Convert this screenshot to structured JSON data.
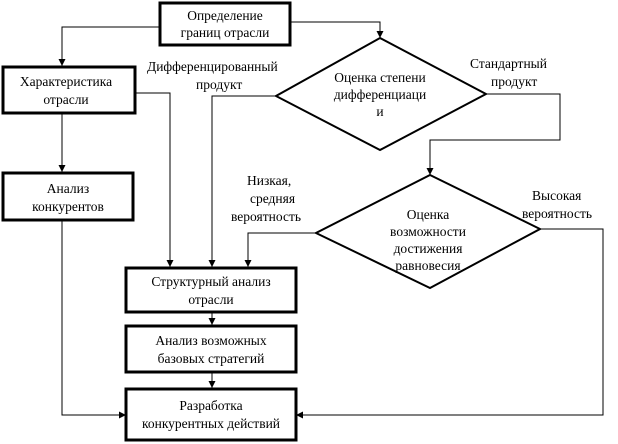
{
  "nodes": {
    "boundaries": {
      "lines": [
        "Определение",
        "границ отрасли"
      ]
    },
    "industry_char": {
      "lines": [
        "Характеристика",
        "отрасли"
      ]
    },
    "competitors": {
      "lines": [
        "Анализ",
        "конкурентов"
      ]
    },
    "differentiation": {
      "lines": [
        "Оценка степени",
        "дифференциаци",
        "и"
      ]
    },
    "equilibrium": {
      "lines": [
        "Оценка",
        "возможности",
        "достижения",
        "равновесия"
      ]
    },
    "structural": {
      "lines": [
        "Структурный анализ",
        "отрасли"
      ]
    },
    "strategies": {
      "lines": [
        "Анализ возможных",
        "базовых стратегий"
      ]
    },
    "actions": {
      "lines": [
        "Разработка",
        "конкурентных действий"
      ]
    }
  },
  "edge_labels": {
    "differentiated": [
      "Дифференцированный",
      "продукт"
    ],
    "standard": [
      "Стандартный",
      "продукт"
    ],
    "low_medium": [
      "Низкая,",
      "средняя",
      "вероятность"
    ],
    "high": [
      "Высокая",
      "вероятность"
    ]
  },
  "colors": {
    "line": "#000000",
    "fill": "#ffffff"
  }
}
